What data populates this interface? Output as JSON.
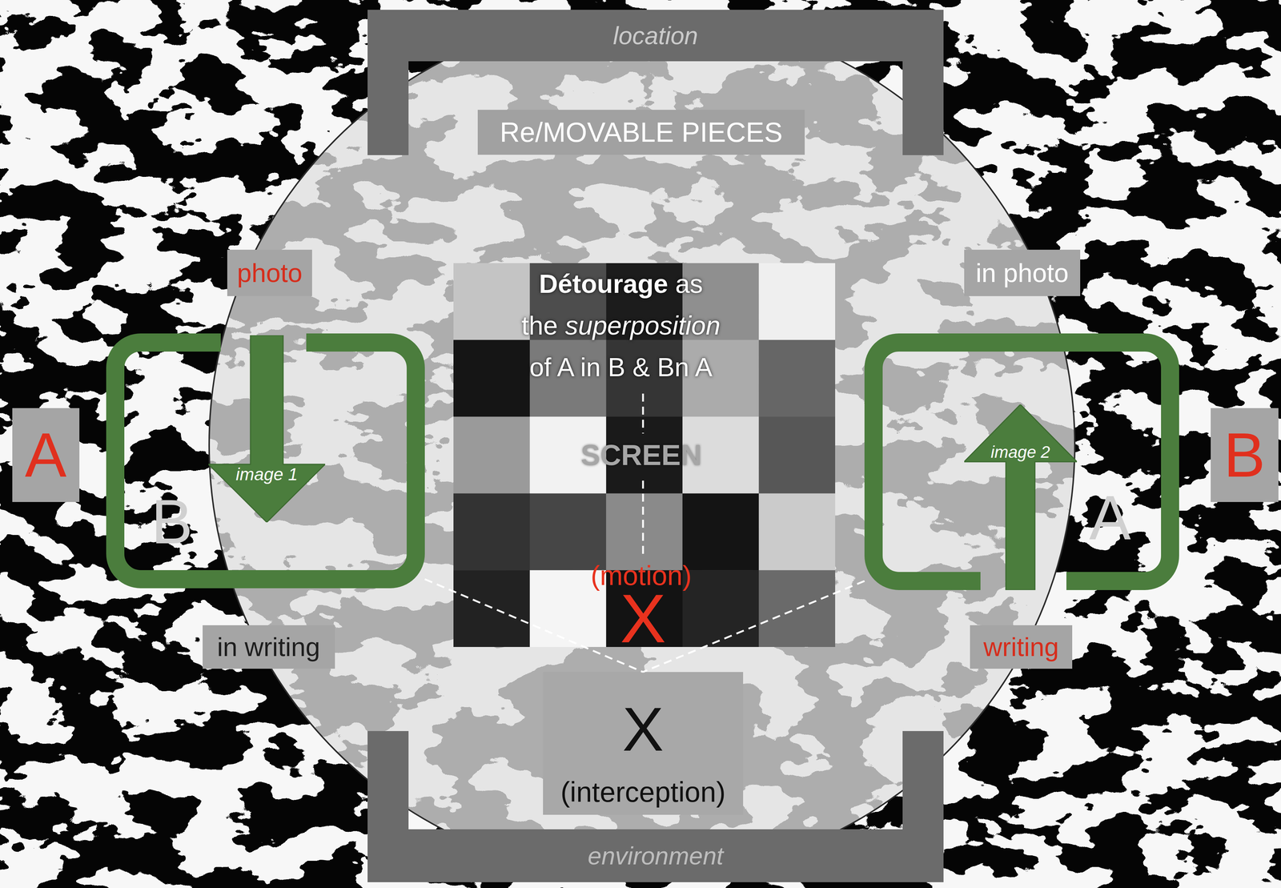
{
  "diagram": {
    "nodes": [
      {
        "text": [
          "location"
        ]
      },
      {
        "text": [
          "Re/MOVABLE PIECES"
        ]
      },
      {
        "text": [
          "photo"
        ]
      },
      {
        "text": [
          "in photo"
        ]
      },
      {
        "text": [
          "A"
        ]
      },
      {
        "text": [
          "B"
        ]
      },
      {
        "text": [
          "image 1"
        ],
        "in": 5
      },
      {
        "text": [
          "Détourage as the superposition of A in B & Bn A",
          "SCREEN",
          "(motion)",
          "X"
        ]
      },
      {
        "text": [
          "B"
        ]
      },
      {
        "text": [
          "A"
        ]
      },
      {
        "text": [
          "image 2"
        ],
        "in": 9
      },
      {
        "text": [
          "in writing"
        ]
      },
      {
        "text": [
          "writing"
        ]
      },
      {
        "text": [
          "X",
          "(interception)"
        ]
      },
      {
        "text": [
          "environment"
        ]
      }
    ],
    "edges": [
      {
        "from": 5,
        "to": 13,
        "arrow": "none"
      },
      {
        "from": 9,
        "to": 13,
        "arrow": "none"
      }
    ]
  }
}
